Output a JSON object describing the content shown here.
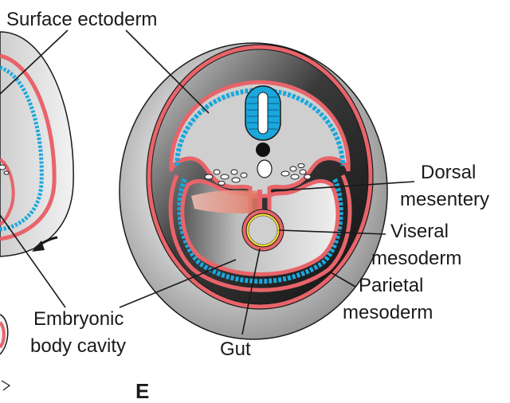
{
  "labels": {
    "surface_ectoderm": "Surface ectoderm",
    "dorsal_mesentery_1": "Dorsal",
    "dorsal_mesentery_2": "mesentery",
    "visceral_mesoderm_1": "Viseral",
    "visceral_mesoderm_2": "mesoderm",
    "parietal_mesoderm_1": "Parietal",
    "parietal_mesoderm_2": "mesoderm",
    "embryonic_cavity_1": "Embryonic",
    "embryonic_cavity_2": "body cavity",
    "gut": "Gut",
    "panel": "E"
  },
  "colors": {
    "ectoderm_red": "#e8646a",
    "dots_blue": "#1aa7dc",
    "dark": "#111111",
    "cavity_grey": "#bdbdbd",
    "gut_yellow": "#f2e332",
    "mesentery_orange": "#e0705a"
  }
}
